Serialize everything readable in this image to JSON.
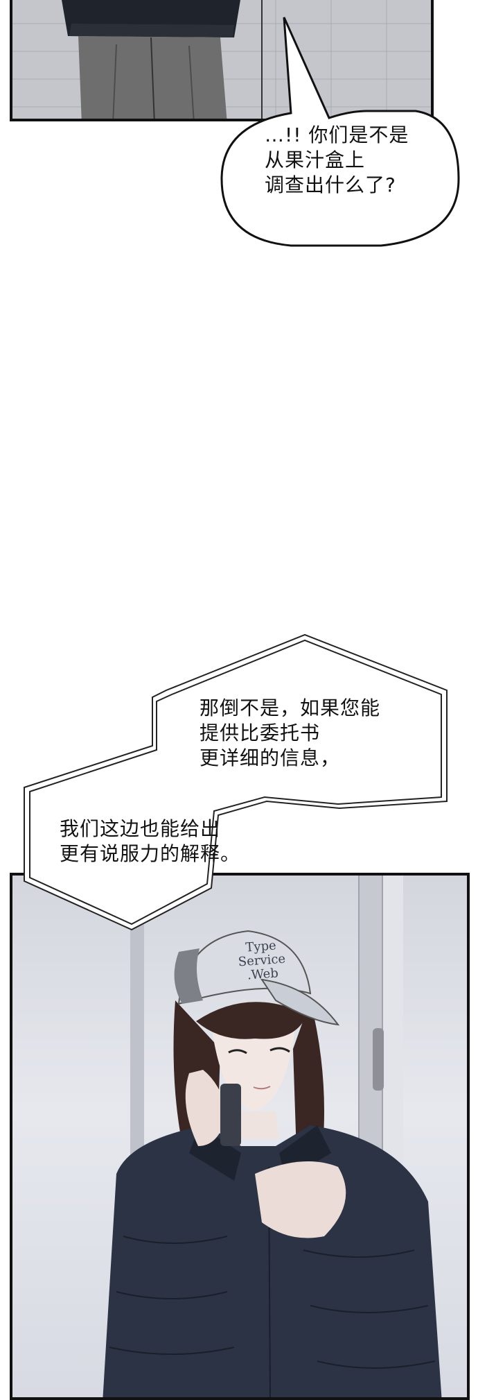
{
  "speech_bubble": {
    "lines": [
      "…!! 你们是不是",
      "从果汁盒上",
      "调查出什么了?"
    ]
  },
  "narration_box": {
    "part_1": [
      "那倒不是，如果您能",
      "提供比委托书",
      "更详细的信息，"
    ],
    "part_2": [
      "我们这边也能给出",
      "更有说服力的解释。"
    ]
  },
  "character": {
    "cap_text": [
      "Type",
      "Service",
      ".Web"
    ]
  },
  "colors": {
    "panel_border": "#111111",
    "wall": "#c9ccd4",
    "jacket": "#2c3344",
    "hair": "#3a2622",
    "cap": "#d9dde3"
  }
}
